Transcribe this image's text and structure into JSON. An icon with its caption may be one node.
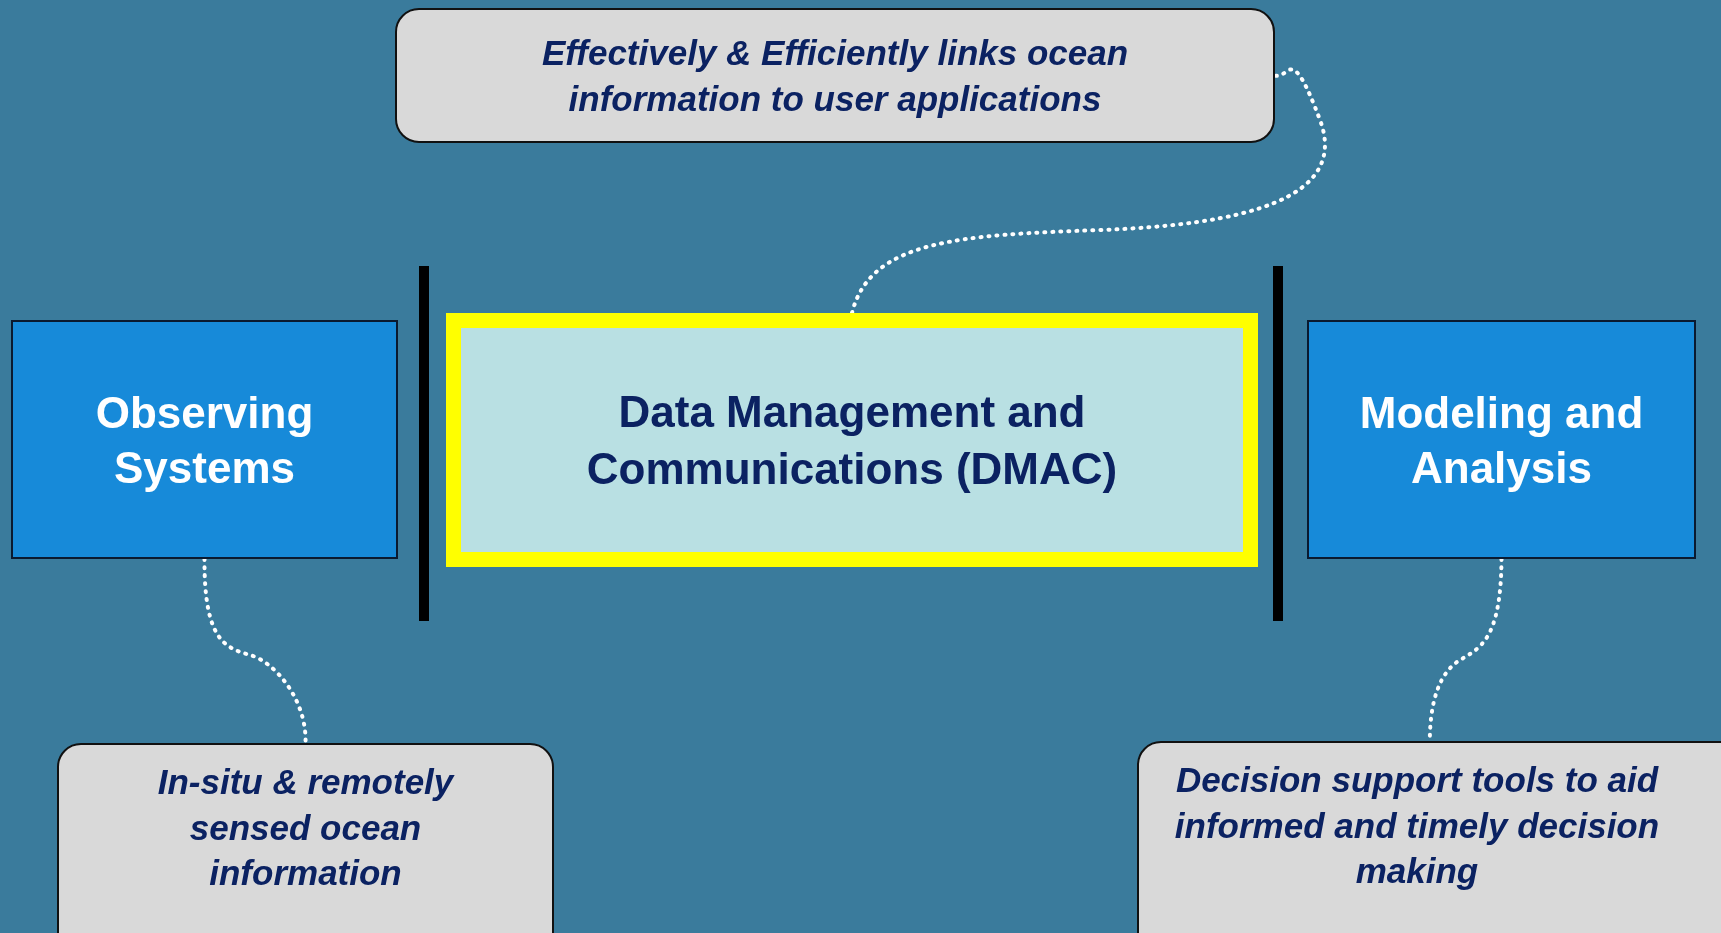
{
  "diagram": {
    "nodes": [
      {
        "text": [
          "Effectively & Efficiently links ocean information to user applications"
        ]
      },
      {
        "text": [
          "Observing Systems"
        ]
      },
      {
        "text": [
          "Data Management and Communications (DMAC)"
        ]
      },
      {
        "text": [
          "Modeling and Analysis"
        ]
      },
      {
        "text": [
          "In-situ & remotely sensed ocean information"
        ]
      },
      {
        "text": [
          "Decision support tools to aid informed and timely decision making"
        ]
      }
    ],
    "edges": [
      {
        "from": 2,
        "to": 0,
        "arrow": "none"
      },
      {
        "from": 1,
        "to": 4,
        "arrow": "none"
      },
      {
        "from": 3,
        "to": 5,
        "arrow": "none"
      }
    ]
  }
}
